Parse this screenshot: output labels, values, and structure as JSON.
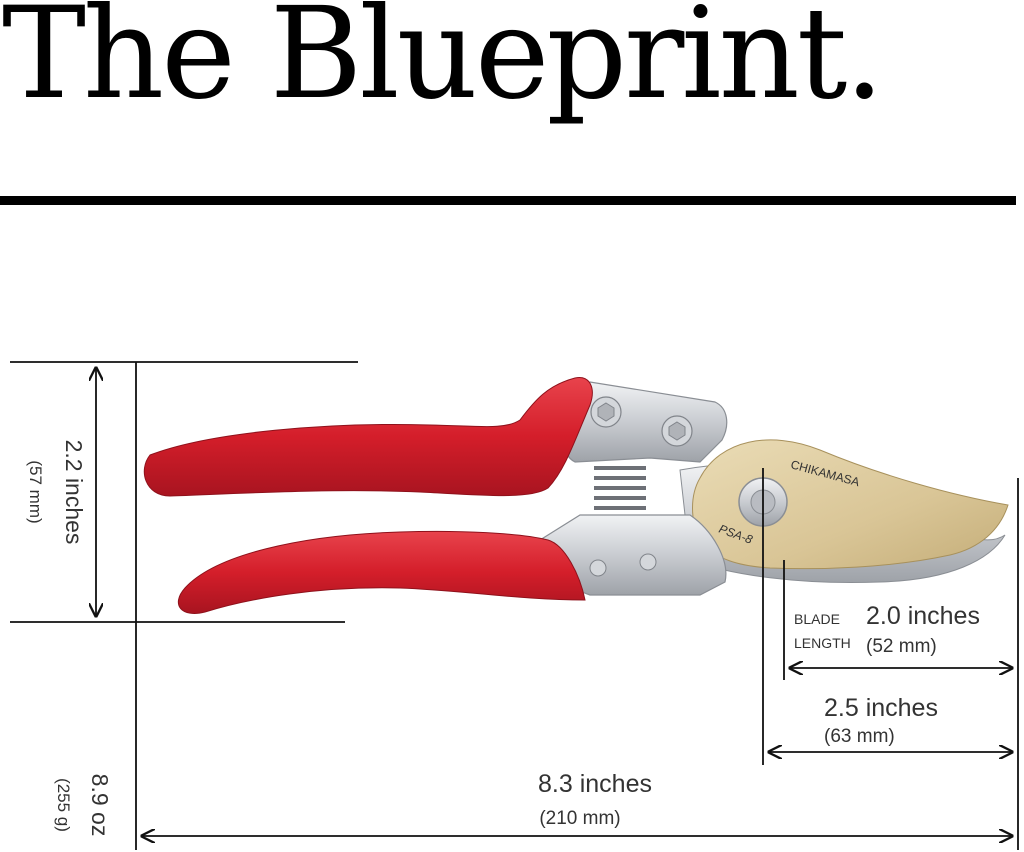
{
  "header": {
    "title": "The Blueprint."
  },
  "product": {
    "brand_engraving": "CHIKAMASA",
    "model_engraving": "PSA-8"
  },
  "dimensions": {
    "height": {
      "primary": "2.2 inches",
      "secondary": "(57 mm)"
    },
    "weight": {
      "primary": "8.9 oz",
      "secondary": "(255 g)"
    },
    "blade_length": {
      "label_line1": "BLADE",
      "label_line2": "LENGTH",
      "primary": "2.0 inches",
      "secondary": "(52 mm)"
    },
    "jaw_length": {
      "primary": "2.5 inches",
      "secondary": "(63 mm)"
    },
    "overall_length": {
      "primary": "8.3 inches",
      "secondary": "(210 mm)"
    }
  },
  "colors": {
    "handle_red": "#d41e2a",
    "metal_silver": "#c9ccd1",
    "blade_gold": "#d9c596",
    "ink": "#111111"
  }
}
